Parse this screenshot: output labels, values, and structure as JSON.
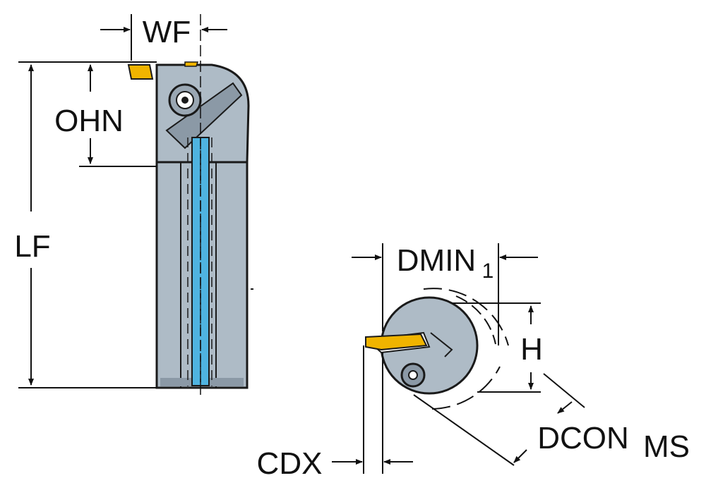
{
  "labels": {
    "wf": "WF",
    "ohn": "OHN",
    "lf": "LF",
    "dmin": "DMIN",
    "dmin_sub": "1",
    "h": "H",
    "dcon": "DCON",
    "dcon_sub": "MS",
    "cdx": "CDX"
  },
  "colors": {
    "tool_body": "#aebbc6",
    "tool_body_dark": "#8b99a6",
    "outline": "#1a1a1a",
    "insert": "#f0b400",
    "coolant": "#4fb3e0"
  }
}
